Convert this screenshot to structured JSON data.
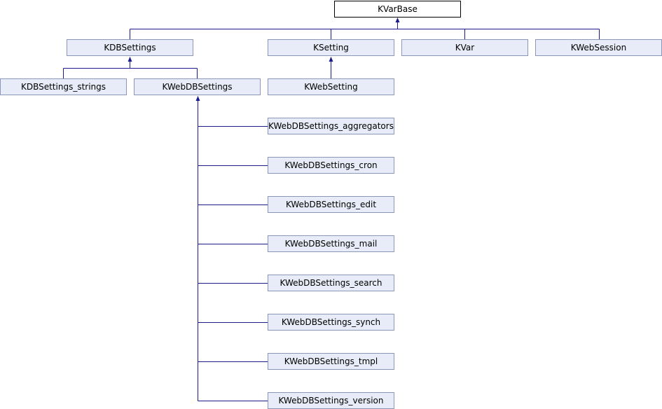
{
  "colors": {
    "edge": "#1a1a8a",
    "node_fill": "#e8ecf8",
    "node_border": "#8c97b8",
    "root_fill": "#ffffff",
    "root_border": "#000000"
  },
  "nodes": {
    "kvarbase": "KVarBase",
    "kdbsettings": "KDBSettings",
    "ksetting": "KSetting",
    "kvar": "KVar",
    "kwebsession": "KWebSession",
    "kdbsettings_strings": "KDBSettings_strings",
    "kwebdbsettings": "KWebDBSettings",
    "kwebsetting": "KWebSetting",
    "kwebdbsettings_aggregators": "KWebDBSettings_aggregators",
    "kwebdbsettings_cron": "KWebDBSettings_cron",
    "kwebdbsettings_edit": "KWebDBSettings_edit",
    "kwebdbsettings_mail": "KWebDBSettings_mail",
    "kwebdbsettings_search": "KWebDBSettings_search",
    "kwebdbsettings_synch": "KWebDBSettings_synch",
    "kwebdbsettings_tmpl": "KWebDBSettings_tmpl",
    "kwebdbsettings_version": "KWebDBSettings_version"
  }
}
